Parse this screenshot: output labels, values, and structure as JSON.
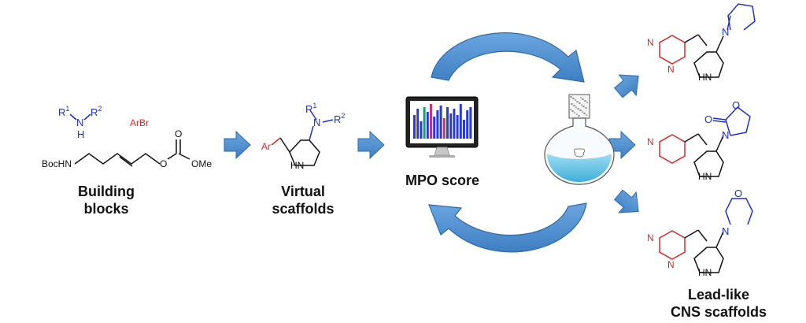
{
  "labels": {
    "building_blocks_1": "Building",
    "building_blocks_2": "blocks",
    "virtual_1": "Virtual",
    "virtual_2": "scaffolds",
    "mpo": "MPO score",
    "leadlike_1": "Lead-like",
    "leadlike_2": "CNS scaffolds"
  },
  "chem": {
    "amine_r1": "R",
    "amine_r1_sup": "1",
    "amine_n": "N",
    "amine_h": "H",
    "amine_r2": "R",
    "amine_r2_sup": "2",
    "arbr": "ArBr",
    "boc": "BocHN",
    "o_top": "O",
    "o_mid": "O",
    "ome": "OMe",
    "ar": "Ar",
    "hn": "HN",
    "n": "N",
    "o": "O",
    "r_sup1": "1",
    "r_sup2": "2"
  },
  "colors": {
    "blue": "#1f2fd6",
    "red": "#e0262a",
    "arrow": "#4f8fd0",
    "arrow_edge": "#2f6aa8",
    "flask_liquid": "#6cc6e6"
  },
  "icons": [
    "monitor-chart-icon",
    "round-bottom-flask-icon"
  ]
}
